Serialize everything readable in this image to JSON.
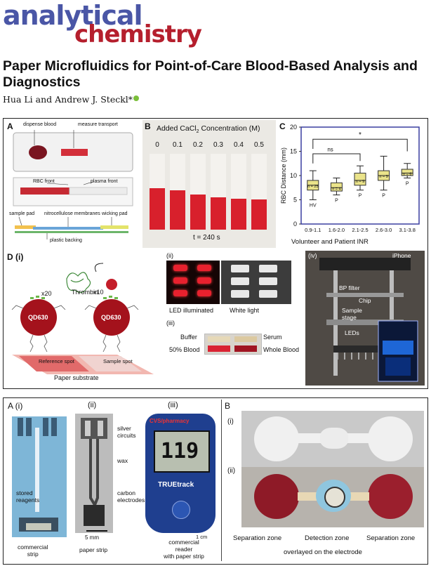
{
  "journal": {
    "line1": "analytical",
    "line2": "chemistry"
  },
  "article": {
    "title": "Paper Microfluidics for Point-of-Care Blood-Based Analysis and Diagnostics",
    "authors": "Hua Li and Andrew J. Steckl*"
  },
  "figure1": {
    "panelA": {
      "label": "A",
      "callouts": {
        "dispense": "dispense blood",
        "measure": "measure transport",
        "rbc": "RBC front",
        "plasma": "plasma front",
        "sample_pad": "sample pad",
        "nitro": "nitrocellulose membranes",
        "wicking": "wicking pad",
        "backing": "plastic backing"
      }
    },
    "panelB": {
      "label": "B",
      "heading": "Added CaCl",
      "heading_sub": "2",
      "heading_tail": " Concentration (M)",
      "conc": [
        "0",
        "0.1",
        "0.2",
        "0.3",
        "0.4",
        "0.5"
      ],
      "fill_levels": [
        0.99,
        0.95,
        0.85,
        0.78,
        0.74,
        0.72
      ],
      "time": "t = 240 s"
    },
    "panelC": {
      "label": "C",
      "chart_data": {
        "type": "boxplot",
        "ylabel": "RBC Distance (mm)",
        "xlabel": "Volunteer and Patient INR",
        "categories": [
          "0.9-1.1",
          "1.6-2.0",
          "2.1-2.5",
          "2.6-3.0",
          "3.1-3.8"
        ],
        "n_labels": [
          "n = 25",
          "n = 4",
          "n = 9",
          "n = 9",
          "n = 6"
        ],
        "group_labels": [
          "HV",
          "P",
          "P",
          "P",
          "P"
        ],
        "q1": [
          7.0,
          6.8,
          8.0,
          9.0,
          10.0
        ],
        "median": [
          8.0,
          7.5,
          9.0,
          10.0,
          10.5
        ],
        "q3": [
          9.0,
          8.5,
          10.5,
          11.0,
          11.3
        ],
        "whisker_low": [
          5.0,
          6.0,
          7.0,
          7.0,
          9.5
        ],
        "whisker_high": [
          11.0,
          9.5,
          12.0,
          14.0,
          12.5
        ],
        "ylim": [
          0,
          20
        ],
        "yticks": [
          "0",
          "5",
          "10",
          "15",
          "20"
        ],
        "sig_labels": [
          "ns",
          "*"
        ]
      }
    },
    "panelD": {
      "label": "D (i)",
      "i": {
        "x20": "x20",
        "x10": "x10",
        "thrombin": "Thrombin",
        "qd1": "QD630",
        "qd2": "QD630",
        "ref_spot": "Reference spot",
        "sample_spot": "Sample spot",
        "substrate": "Paper substrate"
      },
      "ii": {
        "label": "(ii)",
        "led": "LED illuminated",
        "white": "White light"
      },
      "iii": {
        "label": "(iii)",
        "buffer": "Buffer",
        "serum": "Serum",
        "blood50": "50% Blood",
        "whole": "Whole Blood"
      },
      "iv": {
        "label": "(iv)",
        "iphone": "iPhone",
        "bp": "BP filter",
        "chip": "Chip",
        "sample1": "Sample",
        "sample2": "stage",
        "leds": "LEDs"
      }
    }
  },
  "figure2": {
    "panelA": {
      "i": "A (i)",
      "ii": "(ii)",
      "iii": "(iii)",
      "stored1": "stored",
      "stored2": "reagents",
      "silver1": "silver",
      "silver2": "circuits",
      "wax": "wax",
      "carbon1": "carbon",
      "carbon2": "electrodes",
      "scale5": "5 mm",
      "scale1": "1 cm",
      "commercial1": "commercial",
      "commercial2": "strip",
      "paper_strip": "paper strip",
      "reader1": "commercial",
      "reader2": "reader",
      "reader3": "with paper strip",
      "brand": "CVS/pharmacy",
      "reading": "119",
      "meter": "TRUEtrack"
    },
    "panelB": {
      "label": "B",
      "i": "(i)",
      "ii": "(ii)",
      "sep1": "Separation zone",
      "detect": "Detection zone",
      "sep2": "Separation zone",
      "caption": "overlayed on the electrode"
    }
  }
}
